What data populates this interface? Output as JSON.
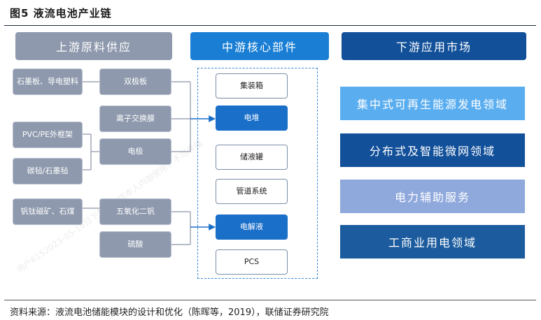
{
  "figure": {
    "title": "图5  液流电池产业链",
    "source": "资料来源：液流电池储能模块的设计和优化（陈晖等，2019），联储证券研究院"
  },
  "headers": {
    "upstream": "上游原料供应",
    "midstream": "中游核心部件",
    "downstream": "下游应用市场"
  },
  "raw_materials": [
    "石墨板、导电塑料",
    "PVC/PE外框架",
    "碳毡/石墨毡",
    "钒钛磁矿、石煤"
  ],
  "materials": [
    "双极板",
    "离子交换膜",
    "电极",
    "五氧化二钒",
    "硫酸"
  ],
  "components": [
    {
      "label": "集装箱",
      "style": "white"
    },
    {
      "label": "电堆",
      "style": "blue"
    },
    {
      "label": "储液罐",
      "style": "white"
    },
    {
      "label": "管道系统",
      "style": "white"
    },
    {
      "label": "电解液",
      "style": "blue"
    },
    {
      "label": "PCS",
      "style": "white"
    }
  ],
  "applications": [
    {
      "label": "集中式可再生能源发电领域",
      "color": "#5aaef0"
    },
    {
      "label": "分布式及智能微网领域",
      "color": "#12509a"
    },
    {
      "label": "电力辅助服务",
      "color": "#8fa9dc"
    },
    {
      "label": "工商业用电领域",
      "color": "#1c5c9e"
    }
  ],
  "colors": {
    "connector": "#8a93a6",
    "arrow": "#1a6fc9"
  },
  "watermark": "用户6152023-05-18日下载，仅供本人内部使用，不可传播"
}
